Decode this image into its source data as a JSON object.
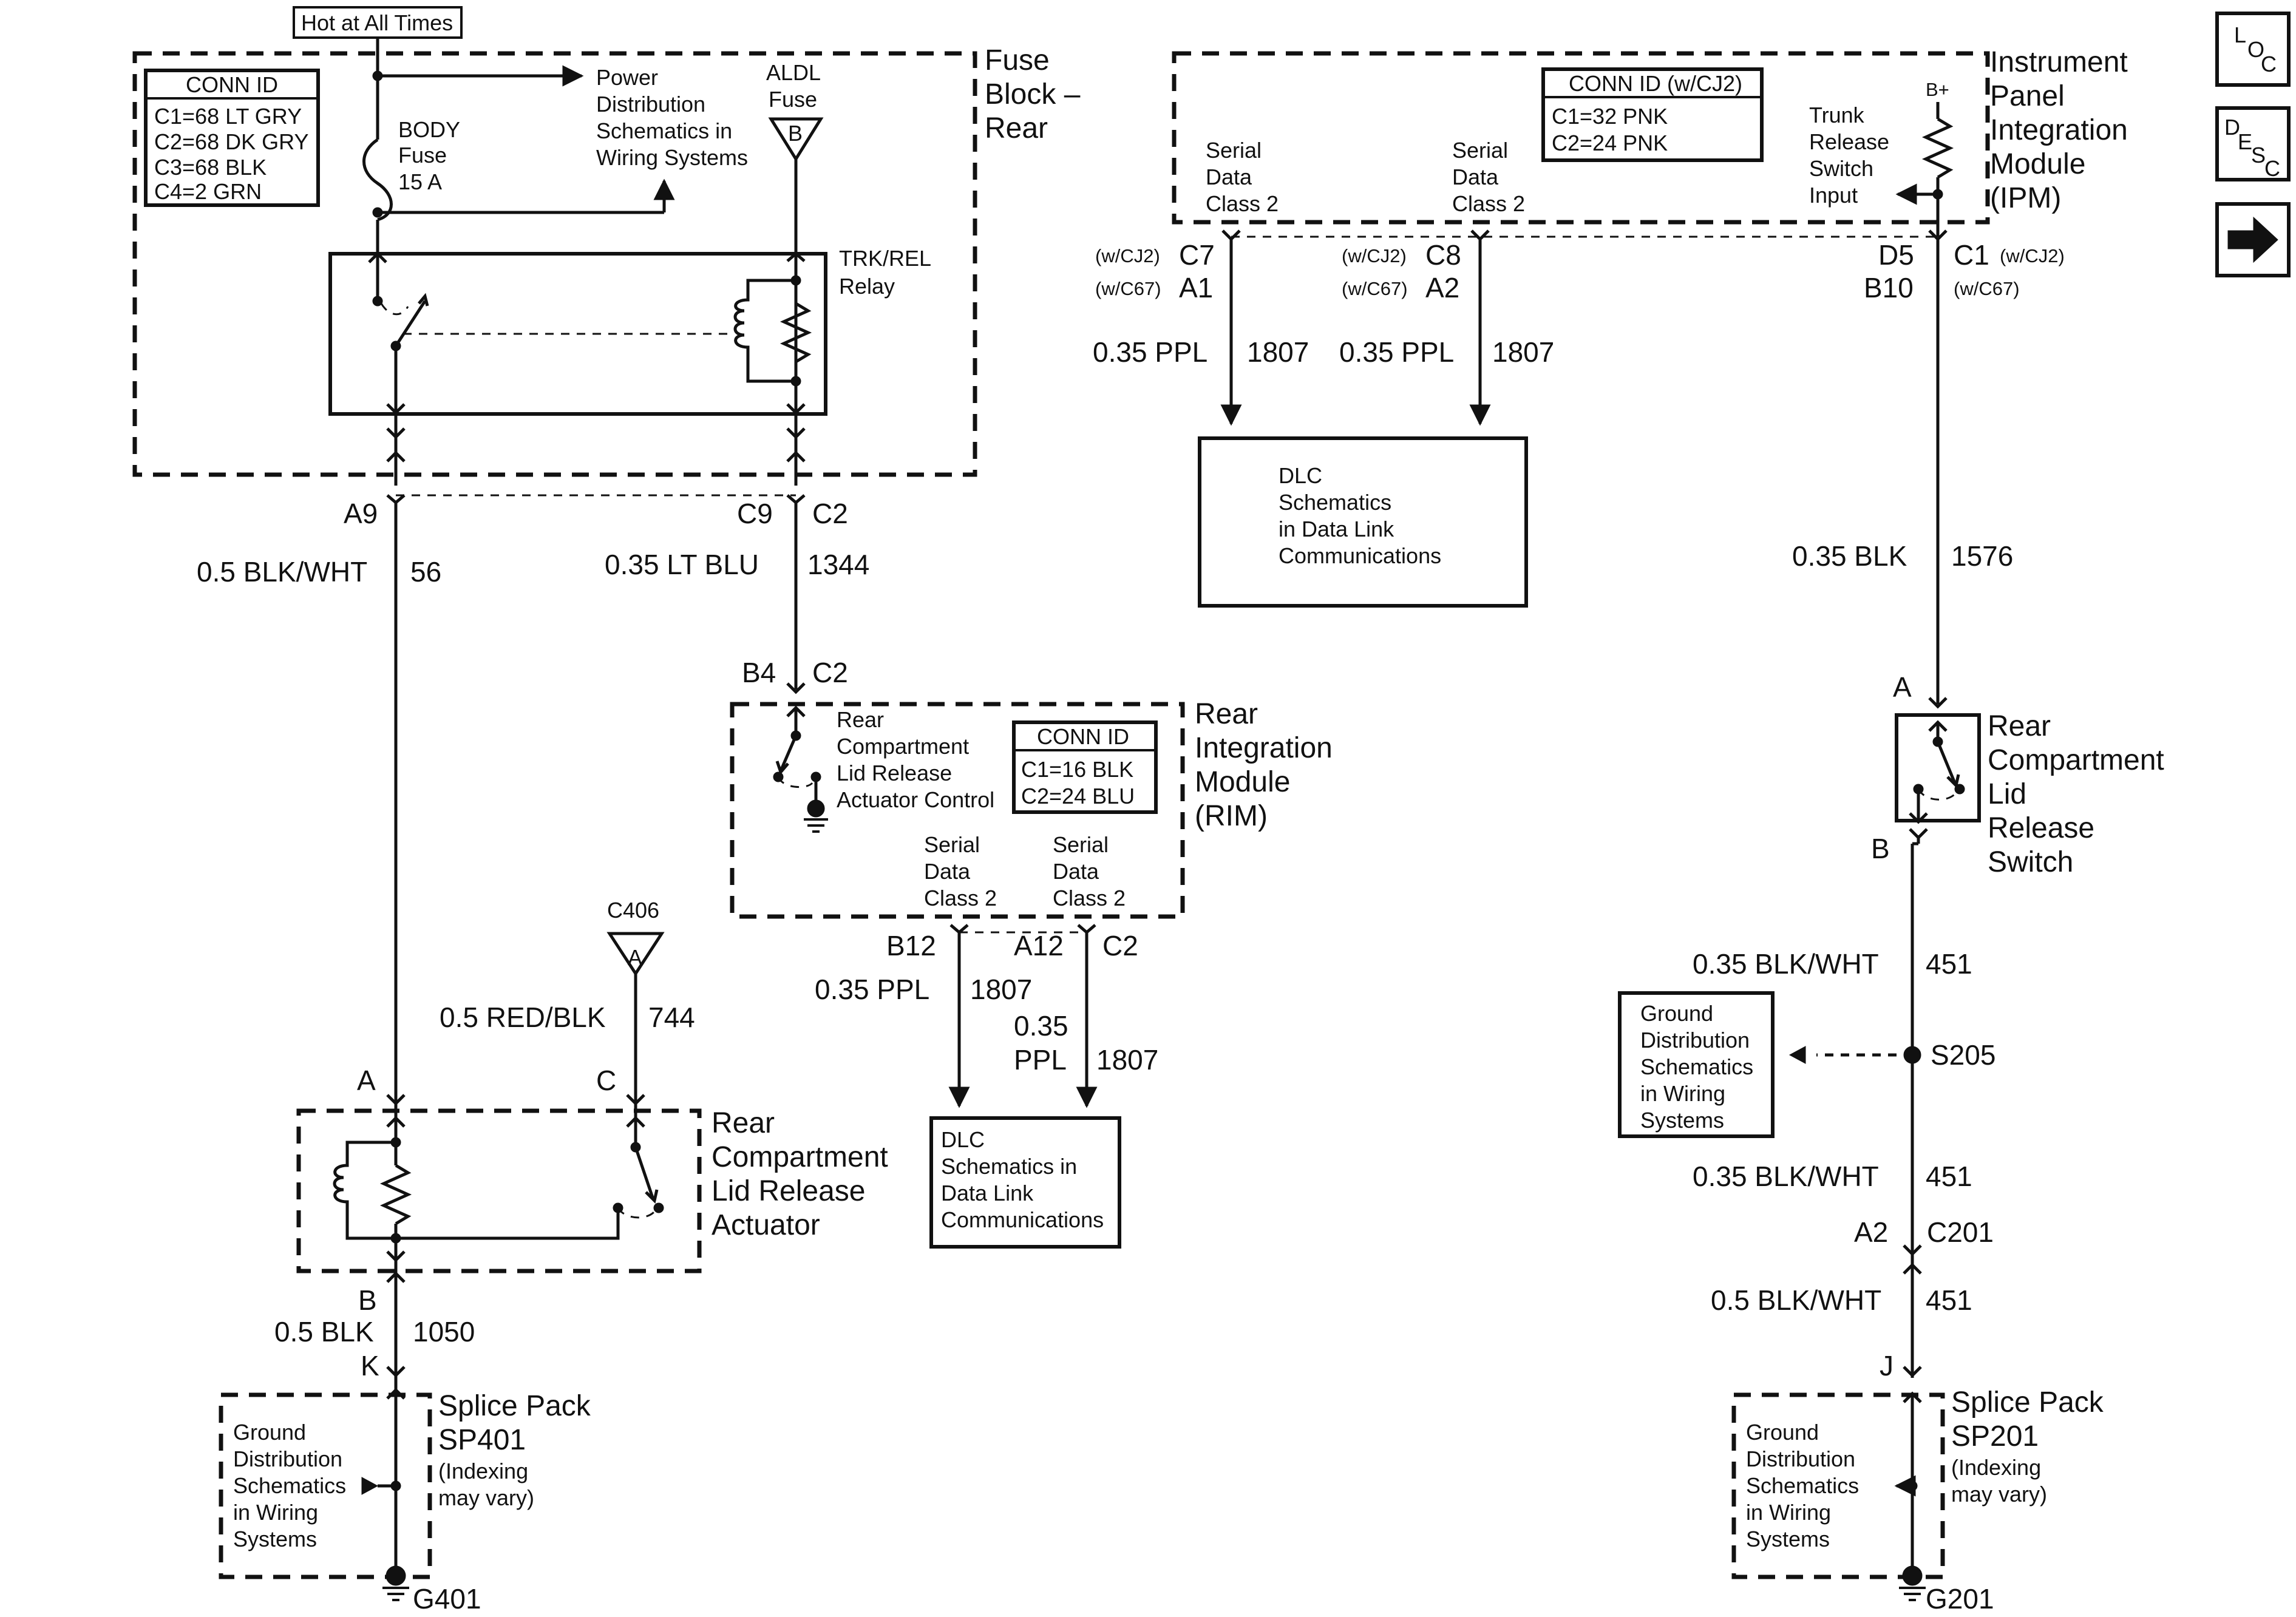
{
  "nav": {
    "loc": {
      "l": "L",
      "o": "O",
      "c": "C"
    },
    "desc": {
      "d": "D",
      "e": "E",
      "s": "S",
      "c": "C"
    }
  },
  "fuse_block": {
    "title": [
      "Fuse",
      "Block –",
      "Rear"
    ],
    "hot_label": "Hot at All Times",
    "conn_id": {
      "header": "CONN ID",
      "rows": [
        "C1=68 LT GRY",
        "C2=68 DK GRY",
        "C3=68 BLK",
        "C4=2 GRN"
      ]
    },
    "body_fuse": [
      "BODY",
      "Fuse",
      "15 A"
    ],
    "power_dist": [
      "Power",
      "Distribution",
      "Schematics in",
      "Wiring Systems"
    ],
    "aldl": {
      "label": [
        "ALDL",
        "Fuse"
      ],
      "connector": "B"
    },
    "relay": [
      "TRK/REL",
      "Relay"
    ],
    "pins": {
      "left": "A9",
      "right_a": "C9",
      "right_b": "C2"
    }
  },
  "wires_left": {
    "w56": {
      "gauge": "0.5 BLK/WHT",
      "circuit": "56"
    },
    "w1344": {
      "gauge": "0.35 LT BLU",
      "circuit": "1344"
    },
    "w744": {
      "gauge": "0.5 RED/BLK",
      "circuit": "744"
    },
    "w1050": {
      "gauge": "0.5 BLK",
      "circuit": "1050"
    }
  },
  "rim": {
    "title": [
      "Rear",
      "Integration",
      "Module",
      "(RIM)"
    ],
    "conn_id": {
      "header": "CONN ID",
      "rows": [
        "C1=16 BLK",
        "C2=24 BLU"
      ]
    },
    "actuator_control": [
      "Rear",
      "Compartment",
      "Lid Release",
      "Actuator Control"
    ],
    "serial_a": [
      "Serial",
      "Data",
      "Class 2"
    ],
    "serial_b": [
      "Serial",
      "Data",
      "Class 2"
    ],
    "top_pin": {
      "pin": "B4",
      "conn": "C2"
    },
    "bottom_pins": {
      "p1": "B12",
      "p2": "A12",
      "conn": "C2"
    }
  },
  "rim_wires": {
    "left": {
      "gauge": "0.35 PPL",
      "circuit": "1807"
    },
    "right": {
      "gauge_a": "0.35",
      "gauge_b": "PPL",
      "circuit": "1807"
    }
  },
  "dlc_lower": [
    "DLC",
    "Schematics in",
    "Data Link",
    "Communications"
  ],
  "c406": {
    "label": "C406",
    "connector": "A"
  },
  "actuator": {
    "title": [
      "Rear",
      "Compartment",
      "Lid Release",
      "Actuator"
    ],
    "pin_a": "A",
    "pin_c": "C",
    "pin_b": "B",
    "pin_k": "K"
  },
  "splice_left": {
    "title": [
      "Splice Pack",
      "SP401",
      "(Indexing",
      "may vary)"
    ],
    "ground_text": [
      "Ground",
      "Distribution",
      "Schematics",
      "in Wiring",
      "Systems"
    ],
    "ground": "G401"
  },
  "ipm": {
    "title": [
      "Instrument",
      "Panel",
      "Integration",
      "Module",
      "(IPM)"
    ],
    "conn_id": {
      "header": "CONN ID (w/CJ2)",
      "rows": [
        "C1=32 PNK",
        "C2=24 PNK"
      ]
    },
    "serial_a": [
      "Serial",
      "Data",
      "Class 2"
    ],
    "serial_b": [
      "Serial",
      "Data",
      "Class 2"
    ],
    "trunk_input": [
      "Trunk",
      "Release",
      "Switch",
      "Input"
    ],
    "bplus": "B+",
    "pin1": {
      "opt1": "(w/CJ2)",
      "conn": "C7",
      "opt2": "(w/C67)",
      "pin": "A1"
    },
    "pin2": {
      "opt1": "(w/CJ2)",
      "conn": "C8",
      "opt2": "(w/C67)",
      "pin": "A2"
    },
    "pin3": {
      "pin_a": "D5",
      "conn": "C1",
      "opt1": "(w/CJ2)",
      "pin_b": "B10",
      "opt2": "(w/C67)"
    }
  },
  "ipm_wires": {
    "w1": {
      "gauge": "0.35 PPL",
      "circuit": "1807"
    },
    "w2": {
      "gauge": "0.35 PPL",
      "circuit": "1807"
    },
    "w1576": {
      "gauge": "0.35 BLK",
      "circuit": "1576"
    }
  },
  "dlc_upper": [
    "DLC",
    "Schematics",
    "in Data Link",
    "Communications"
  ],
  "switch": {
    "title": [
      "Rear",
      "Compartment",
      "Lid",
      "Release",
      "Switch"
    ],
    "pin_a": "A",
    "pin_b": "B"
  },
  "right_chain": {
    "w451a": {
      "gauge": "0.35 BLK/WHT",
      "circuit": "451"
    },
    "splice": "S205",
    "ground_box": [
      "Ground",
      "Distribution",
      "Schematics",
      "in Wiring",
      "Systems"
    ],
    "w451b": {
      "gauge": "0.35 BLK/WHT",
      "circuit": "451"
    },
    "c201": {
      "pin": "A2",
      "conn": "C201"
    },
    "w451c": {
      "gauge": "0.5 BLK/WHT",
      "circuit": "451"
    },
    "pin_j": "J"
  },
  "splice_right": {
    "title": [
      "Splice Pack",
      "SP201",
      "(Indexing",
      "may vary)"
    ],
    "ground_text": [
      "Ground",
      "Distribution",
      "Schematics",
      "in Wiring",
      "Systems"
    ],
    "ground": "G201"
  }
}
